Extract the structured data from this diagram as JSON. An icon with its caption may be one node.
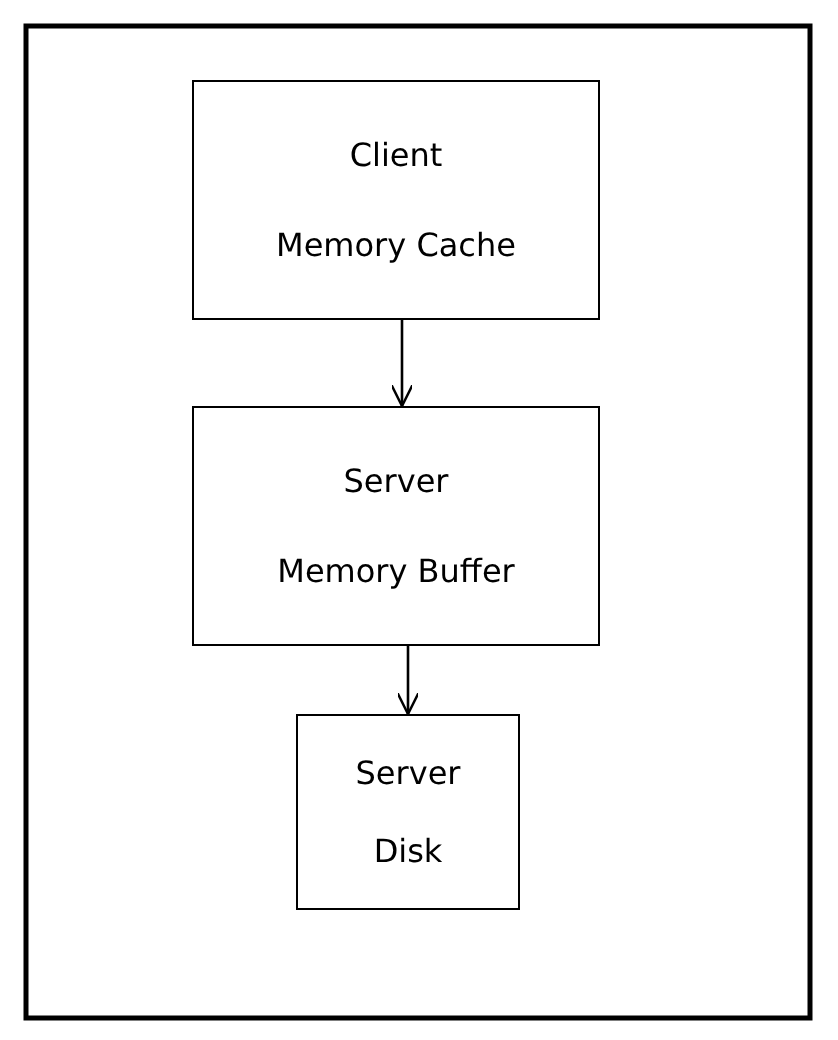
{
  "diagram": {
    "nodes": [
      {
        "text": [
          "Client",
          "Memory Cache"
        ]
      },
      {
        "text": [
          "Server",
          "Memory Buffer"
        ]
      },
      {
        "text": [
          "Server",
          "Disk"
        ]
      }
    ],
    "edges": [
      {
        "from": 0,
        "to": 1,
        "arrow": "to"
      },
      {
        "from": 1,
        "to": 2,
        "arrow": "to"
      }
    ]
  }
}
